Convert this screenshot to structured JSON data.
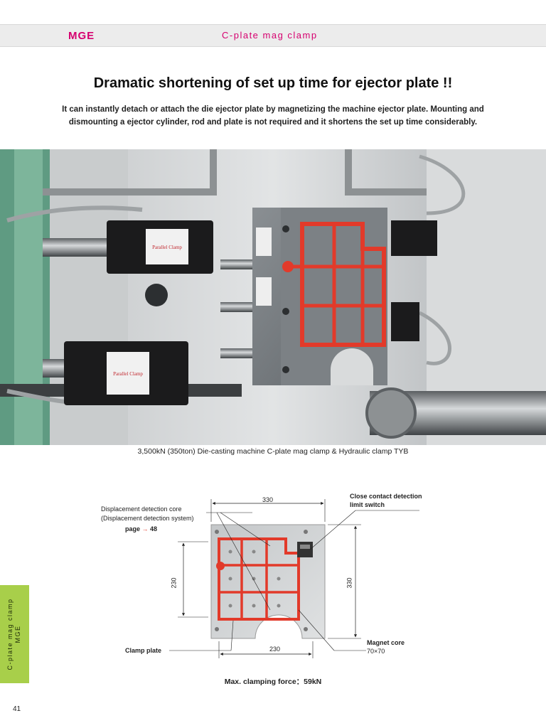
{
  "header": {
    "code": "MGE",
    "title": "C-plate mag clamp"
  },
  "headline": "Dramatic shortening of set up time for ejector plate !!",
  "intro": {
    "line1": "It can instantly detach or attach the die ejector plate by magnetizing the machine ejector plate. Mounting and",
    "line2": "dismounting a ejector cylinder, rod and plate is not required and it shortens the set up time considerably."
  },
  "photo": {
    "caption": "3,500kN (350ton) Die-casting machine   C-plate mag clamp  &  Hydraulic clamp TYB",
    "clamp_label": "Parallel Clamp"
  },
  "drawing": {
    "dim_top": "330",
    "dim_left": "230",
    "dim_right": "330",
    "dim_bottom": "230",
    "label_displacement_core": "Displacement detection core",
    "label_displacement_system": "(Displacement detection system)",
    "label_page_ref": "page",
    "label_page_arrow": "→",
    "label_page_num": "48",
    "label_close_contact_1": "Close contact detection",
    "label_close_contact_2": "limit switch",
    "label_clamp_plate": "Clamp plate",
    "label_magnet_core_1": "Magnet core",
    "label_magnet_core_2": "70×70"
  },
  "max_force": "Max. clamping force：59kN",
  "side_tab": {
    "line1": "C-plate mag clamp",
    "line2": "MGE"
  },
  "page_number": "41",
  "colors": {
    "accent": "#d6006f",
    "tab": "#a8cf4a",
    "magnet_red": "#e23a2a"
  }
}
